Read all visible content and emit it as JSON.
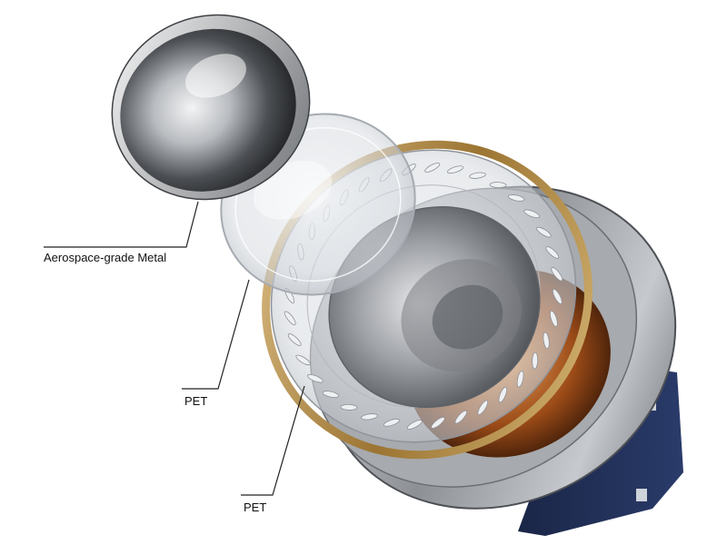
{
  "labels": {
    "metal_dome": "Aerospace-grade Metal",
    "pet_film_top": "PET",
    "pet_film_ring": "PET"
  },
  "colors": {
    "background": "#ffffff",
    "steel": "#8a8d91",
    "brass_ring": "#b18a4a",
    "copper_coil": "#9a4a17",
    "navy_base": "#1f2d52",
    "leader_line": "#222222"
  }
}
